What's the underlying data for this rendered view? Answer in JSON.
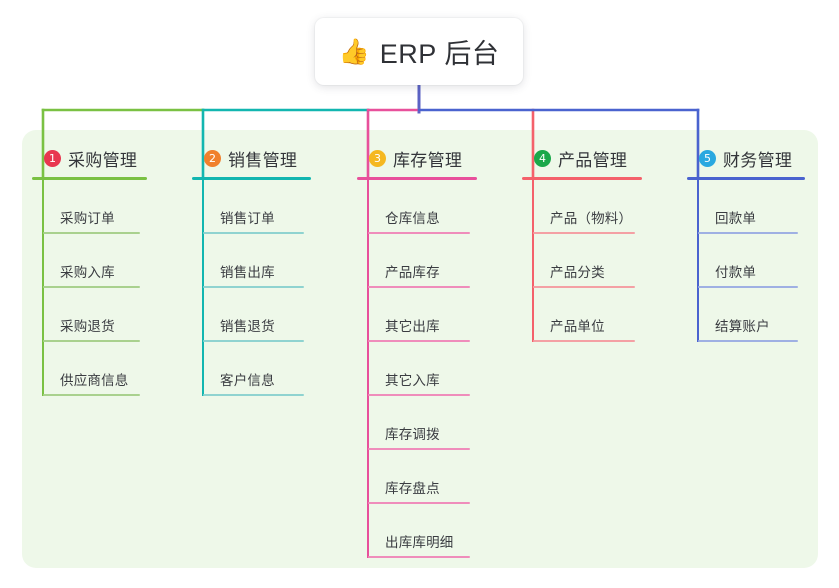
{
  "root": {
    "icon": "thumbs-up-emoji",
    "icon_glyph": "👍",
    "title": "ERP 后台"
  },
  "theme": {
    "page_background": "#ffffff",
    "panel_background": "#eef8e9",
    "root_text": "#2f3136",
    "node_text": "#3a3c41",
    "trunk_color": "#5b62c4"
  },
  "diagram": {
    "type": "mindmap",
    "orientation": "top-down",
    "branch_count": 5,
    "branches": [
      {
        "index": "1",
        "badge": "1",
        "badge_color": "#e8364f",
        "line_color": "#7ac143",
        "leaf_line_color": "#a9d18e",
        "title": "采购管理",
        "children": [
          "采购订单",
          "采购入库",
          "采购退货",
          "供应商信息"
        ]
      },
      {
        "index": "2",
        "badge": "2",
        "badge_color": "#f0802c",
        "line_color": "#12b6b0",
        "leaf_line_color": "#8fd3d0",
        "title": "销售管理",
        "children": [
          "销售订单",
          "销售出库",
          "销售退货",
          "客户信息"
        ]
      },
      {
        "index": "3",
        "badge": "3",
        "badge_color": "#f5b820",
        "line_color": "#e8509b",
        "leaf_line_color": "#ef8dbb",
        "title": "库存管理",
        "children": [
          "仓库信息",
          "产品库存",
          "其它出库",
          "其它入库",
          "库存调拨",
          "库存盘点",
          "出库库明细"
        ]
      },
      {
        "index": "4",
        "badge": "4",
        "badge_color": "#1aa84a",
        "line_color": "#f4616b",
        "leaf_line_color": "#f4a0a4",
        "title": "产品管理",
        "children": [
          "产品（物料）",
          "产品分类",
          "产品单位"
        ]
      },
      {
        "index": "5",
        "badge": "5",
        "badge_color": "#29a8e0",
        "line_color": "#4a63cf",
        "leaf_line_color": "#9fb0e3",
        "title": "财务管理",
        "children": [
          "回款单",
          "付款单",
          "结算账户"
        ]
      }
    ]
  }
}
